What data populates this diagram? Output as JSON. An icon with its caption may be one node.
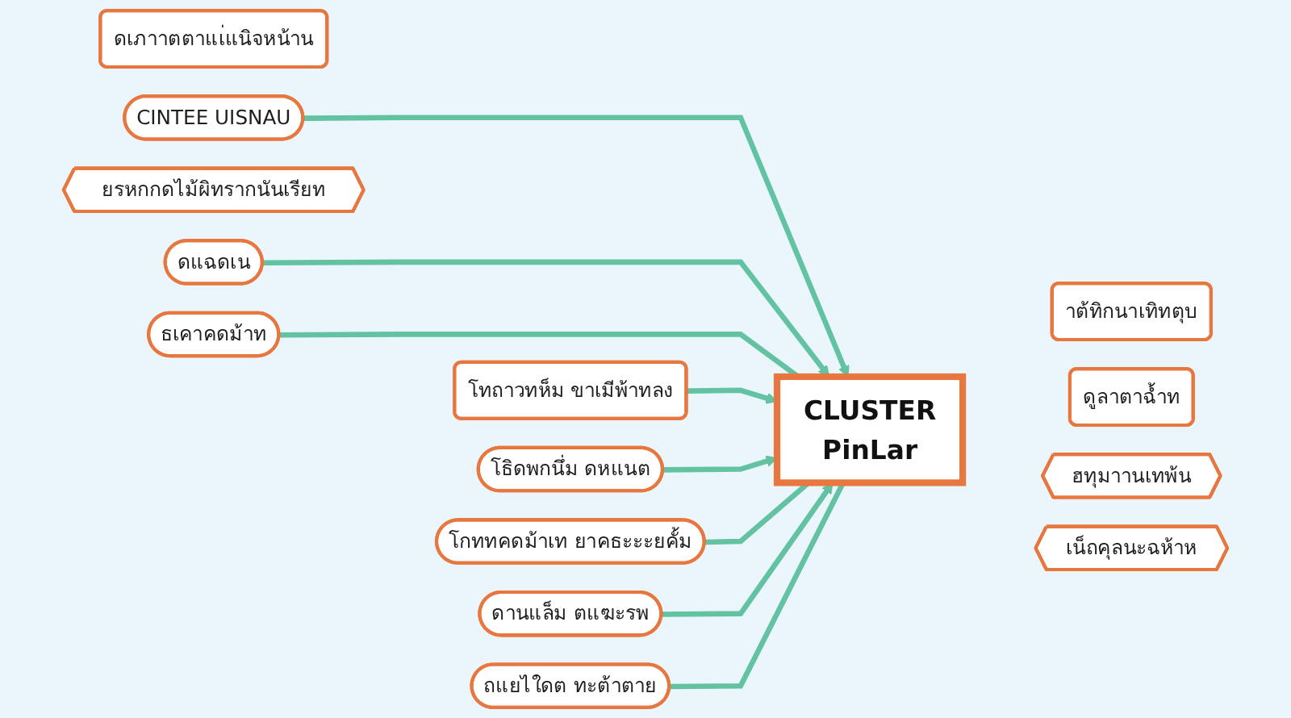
{
  "diagram": {
    "nodes": [
      {
        "text": [
          "ดเภาาตตาแเ่แนิจหน้าน"
        ]
      },
      {
        "text": [
          "CINTEE UISNAU"
        ]
      },
      {
        "text": [
          "ยรหกกดไม้ผิทรากนันเรียท"
        ]
      },
      {
        "text": [
          "าต้ทิกนาเทิทตุบ"
        ]
      },
      {
        "text": [
          "ดแฉดเน"
        ]
      },
      {
        "text": [
          "ธเคาคดม้าท"
        ]
      },
      {
        "text": [
          "ดูลาตาฉ้ำท"
        ]
      },
      {
        "text": [
          "โทถาวทห็ม ขาเมีพ้าทลง"
        ]
      },
      {
        "text": [
          "CLUSTER",
          "PinLar"
        ]
      },
      {
        "text": [
          "โธิดพกนึ่ม ดหแนต"
        ]
      },
      {
        "text": [
          "ฮทุมาานเทพ้น"
        ]
      },
      {
        "text": [
          "เน็ถคุลนะฉห้าห"
        ]
      },
      {
        "text": [
          "โกททคดม้าเท ยาคธะะะยคั้ม"
        ]
      },
      {
        "text": [
          "ดานแล็ม ตแฆะรพ"
        ]
      },
      {
        "text": [
          "ถแยไใดต ทะต้าตาย"
        ]
      }
    ],
    "edges": [
      {
        "from": 1,
        "to": 8,
        "arrow": "to"
      },
      {
        "from": 4,
        "to": 8,
        "arrow": "to"
      },
      {
        "from": 5,
        "to": 8,
        "arrow": "none"
      },
      {
        "from": 7,
        "to": 8,
        "arrow": "to"
      },
      {
        "from": 9,
        "to": 8,
        "arrow": "to"
      },
      {
        "from": 12,
        "to": 8,
        "arrow": "none"
      },
      {
        "from": 13,
        "to": 8,
        "arrow": "to"
      },
      {
        "from": 14,
        "to": 8,
        "arrow": "none"
      }
    ]
  }
}
